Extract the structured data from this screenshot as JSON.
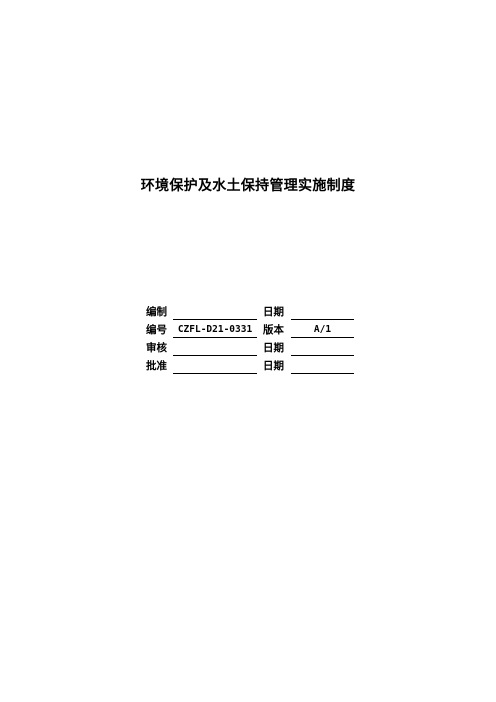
{
  "document": {
    "title": "环境保护及水土保持管理实施制度"
  },
  "form": {
    "rows": [
      {
        "label1": "编制",
        "value1": "",
        "label2": "日期",
        "value2": ""
      },
      {
        "label1": "编号",
        "value1": "CZFL-D21-0331",
        "label2": "版本",
        "value2": "A/1"
      },
      {
        "label1": "审核",
        "value1": "",
        "label2": "日期",
        "value2": ""
      },
      {
        "label1": "批准",
        "value1": "",
        "label2": "日期",
        "value2": ""
      }
    ]
  }
}
